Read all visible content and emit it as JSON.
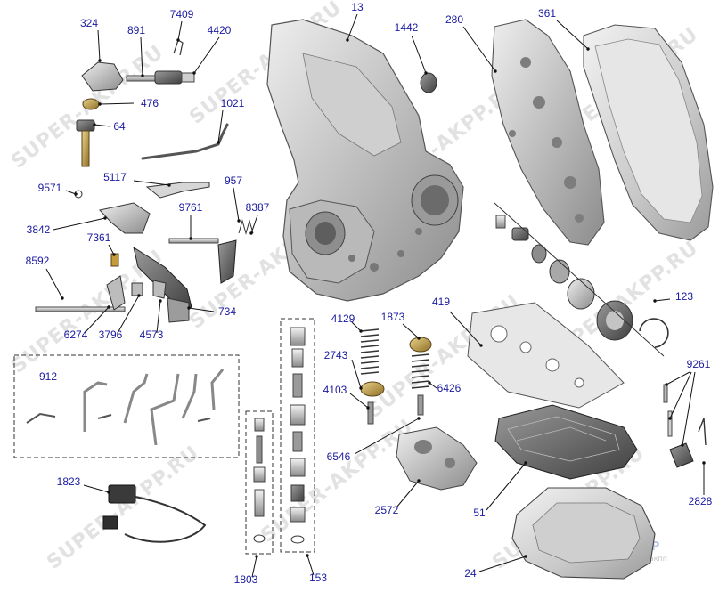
{
  "colors": {
    "label": "#1a1aa0",
    "leader": "#111111",
    "metal_light": "#d9d9d9",
    "metal_mid": "#a9a9a9",
    "metal_dark": "#6e6e6e",
    "brass": "#b8963e",
    "copper": "#b5652b",
    "watermark": "#e2e2e2",
    "dashed": "#333333"
  },
  "watermark": {
    "text": "SUPER-AKPP.RU",
    "logo_main": "SuperAKPP",
    "logo_sub": "запчасти для акпп"
  },
  "parts": {
    "p324": "324",
    "p891": "891",
    "p7409": "7409",
    "p4420": "4420",
    "p13": "13",
    "p1442": "1442",
    "p280": "280",
    "p361": "361",
    "p476": "476",
    "p64": "64",
    "p1021": "1021",
    "p5117": "5117",
    "p957": "957",
    "p9571": "9571",
    "p9761": "9761",
    "p8387": "8387",
    "p3842": "3842",
    "p7361": "7361",
    "p8592": "8592",
    "p6274": "6274",
    "p3796": "3796",
    "p4573": "4573",
    "p734": "734",
    "p123": "123",
    "p4129": "4129",
    "p1873": "1873",
    "p419": "419",
    "p2743": "2743",
    "p4103": "4103",
    "p6426": "6426",
    "p912": "912",
    "p9261": "9261",
    "p6546": "6546",
    "p2572": "2572",
    "p51": "51",
    "p1823": "1823",
    "p2828": "2828",
    "p24": "24",
    "p1803": "1803",
    "p153": "153"
  }
}
